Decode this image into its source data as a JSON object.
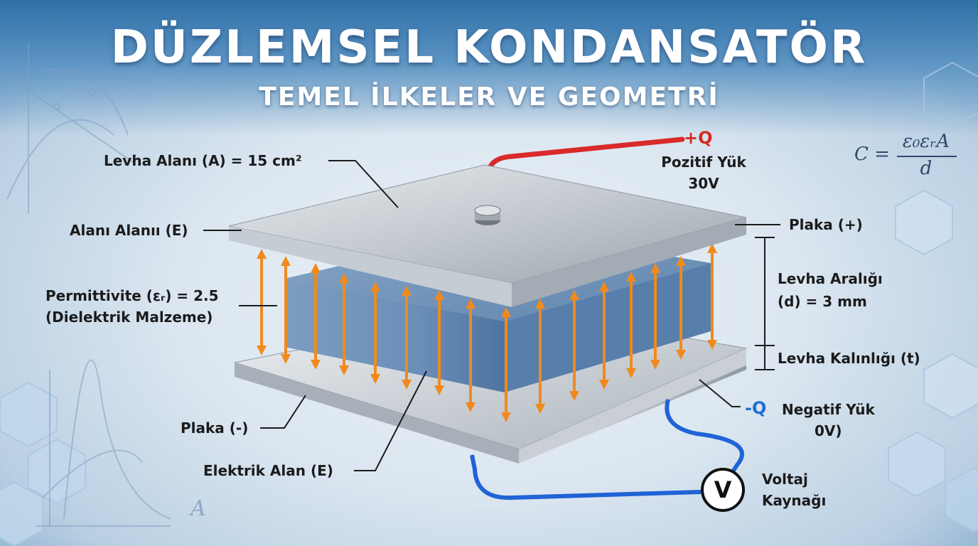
{
  "title": "DÜZLEMSEL KONDANSATÖR",
  "subtitle": "TEMEL İLKELER VE GEOMETRİ",
  "formula": {
    "lhs": "C =",
    "numerator": "ε₀εᵣA",
    "denominator": "d"
  },
  "labels": {
    "plate_area": "Levha Alanı (A) = 15 cm²",
    "field_area": "Alanı Alanıı (E)",
    "permittivity_line1": "Permittivite (εᵣ) = 2.5",
    "permittivity_line2": "(Dielektrik Malzeme)",
    "plate_negative": "Plaka (-)",
    "electric_field": "Elektrik Alan (E)",
    "charge_positive": "+Q",
    "positive_charge_line1": "Pozitif Yük",
    "positive_charge_line2": "30V",
    "plate_positive": "Plaka (+)",
    "plate_gap_line1": "Levha Aralığı",
    "plate_gap_line2": "(d) = 3 mm",
    "plate_thickness": "Levha Kalınlığı (t)",
    "charge_negative": "-Q",
    "negative_charge_line1": "Negatif Yük",
    "negative_charge_line2": "0V)",
    "voltmeter_symbol": "V",
    "voltage_source_line1": "Voltaj",
    "voltage_source_line2": "Kaynağı",
    "background_letter": "A"
  },
  "colors": {
    "positive_wire": "#d92a2a",
    "negative_wire": "#1f63d6",
    "field_arrow": "#f08a1c",
    "dielectric": "#6f92b8",
    "plate": "#c9ced4"
  }
}
